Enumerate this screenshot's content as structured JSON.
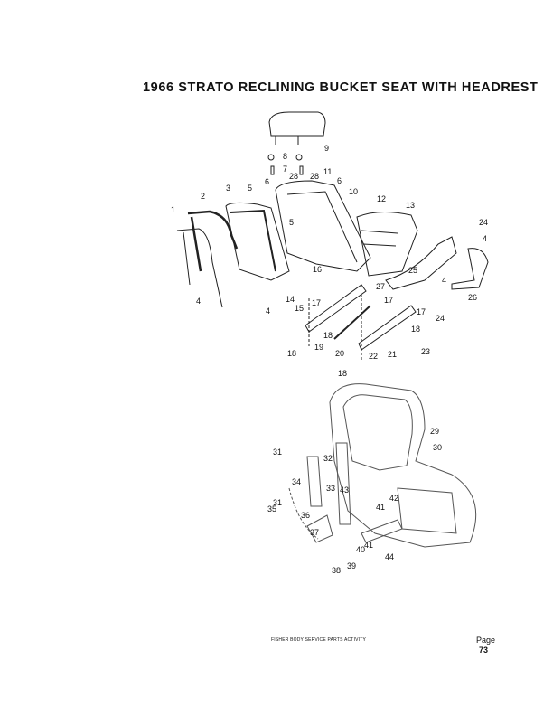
{
  "title": "1966  STRATO RECLINING BUCKET SEAT WITH HEADREST",
  "diagram_top_callouts": [
    "9",
    "8",
    "7",
    "28",
    "28",
    "11",
    "6",
    "6",
    "5",
    "5",
    "10",
    "12",
    "13",
    "3",
    "2",
    "1",
    "4",
    "4",
    "16",
    "14",
    "15",
    "17",
    "27",
    "17",
    "17",
    "24",
    "24",
    "4",
    "25",
    "4",
    "26",
    "18",
    "19",
    "20",
    "18",
    "22",
    "21",
    "23",
    "18",
    "18"
  ],
  "diagram_bottom_callouts": [
    "29",
    "30",
    "31",
    "32",
    "34",
    "33",
    "43",
    "31",
    "35",
    "36",
    "42",
    "41",
    "37",
    "41",
    "40",
    "44",
    "39",
    "38"
  ],
  "footer": {
    "activity": "FISHER BODY SERVICE PARTS ACTIVITY",
    "page_label": "Page",
    "page_number": "73"
  }
}
